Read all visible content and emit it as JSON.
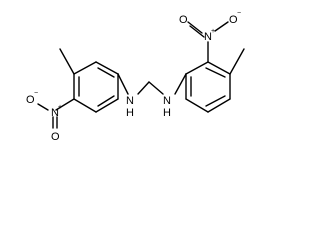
{
  "molecule": {
    "atoms": {
      "nh_left": "N",
      "nh_left_h": "H",
      "nh_right": "N",
      "nh_right_h": "H",
      "nitro_left_n": "N",
      "nitro_left_n_charge": "+",
      "nitro_left_o_single": "O",
      "nitro_left_o_single_charge": "−",
      "nitro_left_o_double": "O",
      "nitro_right_n": "N",
      "nitro_right_n_charge": "+",
      "nitro_right_o_single": "O",
      "nitro_right_o_single_charge": "−",
      "nitro_right_o_double": "O"
    }
  }
}
